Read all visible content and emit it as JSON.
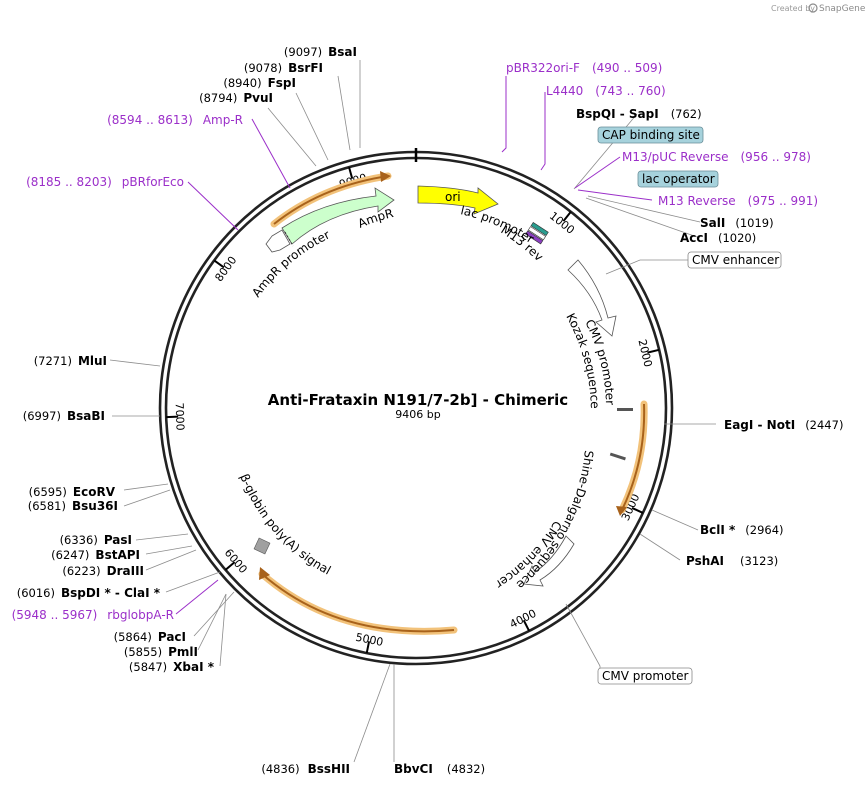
{
  "map": {
    "name": "Anti-Frataxin N191/7-2b] - Chimeric",
    "length_label": "9406 bp",
    "length_bp": 9406
  },
  "credit": {
    "prefix": "Created by",
    "brand": "SnapGene"
  },
  "ticks": [
    {
      "bp": 1000,
      "label": "1000"
    },
    {
      "bp": 2000,
      "label": "2000"
    },
    {
      "bp": 3000,
      "label": "3000"
    },
    {
      "bp": 4000,
      "label": "4000"
    },
    {
      "bp": 5000,
      "label": "5000"
    },
    {
      "bp": 6000,
      "label": "6000"
    },
    {
      "bp": 7000,
      "label": "7000"
    },
    {
      "bp": 8000,
      "label": "8000"
    },
    {
      "bp": 9000,
      "label": "9000"
    }
  ],
  "sites": [
    {
      "name": "BsaI",
      "pos": "(9097)",
      "bp": 9097
    },
    {
      "name": "BsrFI",
      "pos": "(9078)",
      "bp": 9078
    },
    {
      "name": "FspI",
      "pos": "(8940)",
      "bp": 8940
    },
    {
      "name": "PvuI",
      "pos": "(8794)",
      "bp": 8794
    },
    {
      "name": "BspQI  -  SapI",
      "pos": "(762)",
      "bp": 762
    },
    {
      "name": "SalI",
      "pos": "(1019)",
      "bp": 1019
    },
    {
      "name": "AccI",
      "pos": "(1020)",
      "bp": 1020
    },
    {
      "name": "EagI  -  NotI",
      "pos": "(2447)",
      "bp": 2447
    },
    {
      "name": "BclI *",
      "pos": "(2964)",
      "bp": 2964
    },
    {
      "name": "PshAI",
      "pos": "(3123)",
      "bp": 3123
    },
    {
      "name": "BbvCI",
      "pos": "(4832)",
      "bp": 4832
    },
    {
      "name": "BssHII",
      "pos": "(4836)",
      "bp": 4836
    },
    {
      "name": "XbaI *",
      "pos": "(5847)",
      "bp": 5847
    },
    {
      "name": "PmlI",
      "pos": "(5855)",
      "bp": 5855
    },
    {
      "name": "PacI",
      "pos": "(5864)",
      "bp": 5864
    },
    {
      "name": "BspDI *  -  ClaI *",
      "pos": "(6016)",
      "bp": 6016
    },
    {
      "name": "DraIII",
      "pos": "(6223)",
      "bp": 6223
    },
    {
      "name": "BstAPI",
      "pos": "(6247)",
      "bp": 6247
    },
    {
      "name": "PasI",
      "pos": "(6336)",
      "bp": 6336
    },
    {
      "name": "Bsu36I",
      "pos": "(6581)",
      "bp": 6581
    },
    {
      "name": "EcoRV",
      "pos": "(6595)",
      "bp": 6595
    },
    {
      "name": "BsaBI",
      "pos": "(6997)",
      "bp": 6997
    },
    {
      "name": "MluI",
      "pos": "(7271)",
      "bp": 7271
    }
  ],
  "primers": [
    {
      "name": "pBR322ori-F",
      "range": "(490 .. 509)"
    },
    {
      "name": "L4440",
      "range": "(743 .. 760)"
    },
    {
      "name": "M13/pUC Reverse",
      "range": "(956 .. 978)"
    },
    {
      "name": "M13 Reverse",
      "range": "(975 .. 991)"
    },
    {
      "name": "Amp-R",
      "range": "(8594 .. 8613)"
    },
    {
      "name": "pBRforEco",
      "range": "(8185 .. 8203)"
    },
    {
      "name": "rbglobpA-R",
      "range": "(5948 .. 5967)"
    }
  ],
  "boxed_features": [
    {
      "name": "CAP binding site",
      "style": "filled"
    },
    {
      "name": "lac operator",
      "style": "filled"
    },
    {
      "name": "CMV enhancer",
      "style": "outline"
    },
    {
      "name": "CMV promoter",
      "style": "outline"
    }
  ],
  "feature_labels": {
    "ori": "ori",
    "ampr": "AmpR",
    "ampr_promoter": "AmpR promoter",
    "lac_promoter": "lac promoter",
    "m13_rev": "M13 rev",
    "cmv_promoter": "CMV promoter",
    "kozak": "Kozak sequence",
    "shine": "Shine-Dalgarno sequence",
    "cmv_enhancer": "CMV enhancer",
    "bglobin": "β-globin poly(A) signal"
  },
  "colors": {
    "backbone": "#222222",
    "ori": "#ffff00",
    "ampr": "#ccffcc",
    "orf_highlight": "#f2c27a",
    "orf_line": "#a8621b",
    "primer": "#9b2fc9",
    "filled_box": "#a6d2dc",
    "leader": "#8c8c8c"
  }
}
